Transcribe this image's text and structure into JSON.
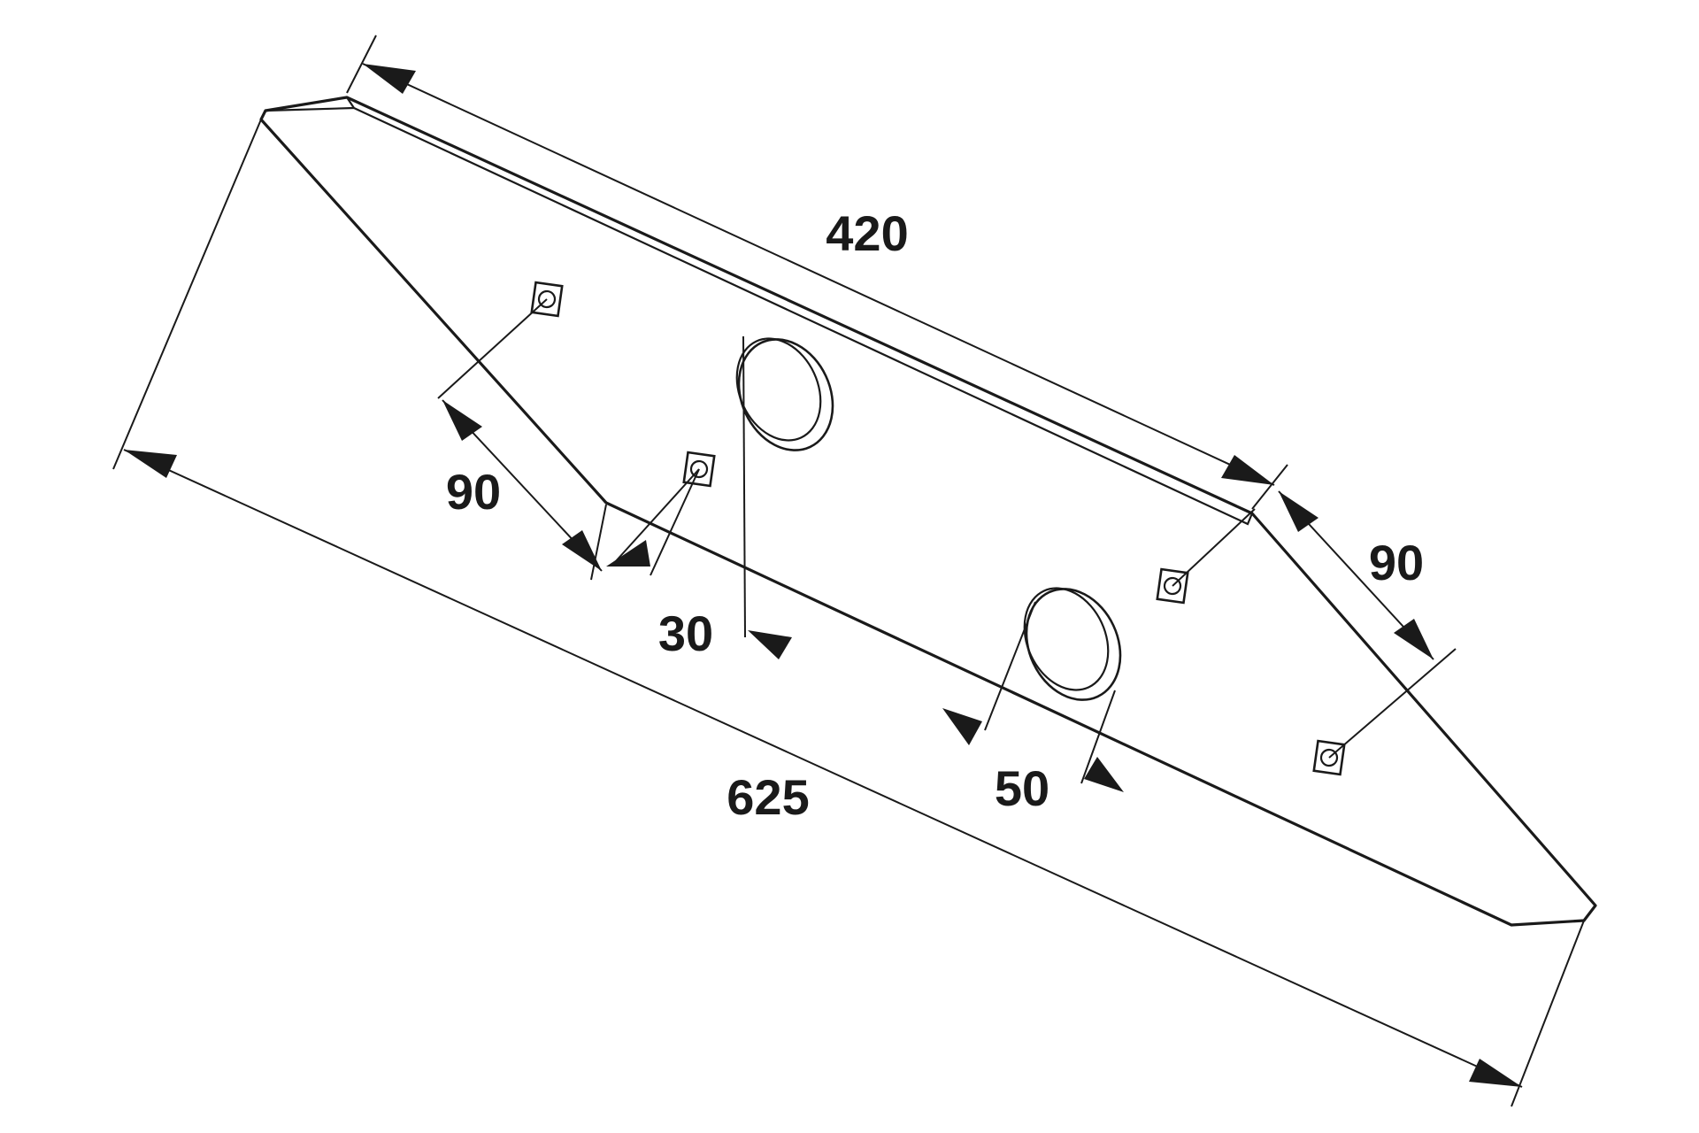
{
  "dimensions": {
    "top_edge": "420",
    "overall_length": "625",
    "left_bevel": "90",
    "right_bevel": "90",
    "small_hole_offset": "30",
    "large_hole_diameter": "50"
  },
  "icons": {
    "part": "plough-share-blade",
    "bolt_hole": "square-bolt-hole",
    "large_hole": "round-hole"
  }
}
